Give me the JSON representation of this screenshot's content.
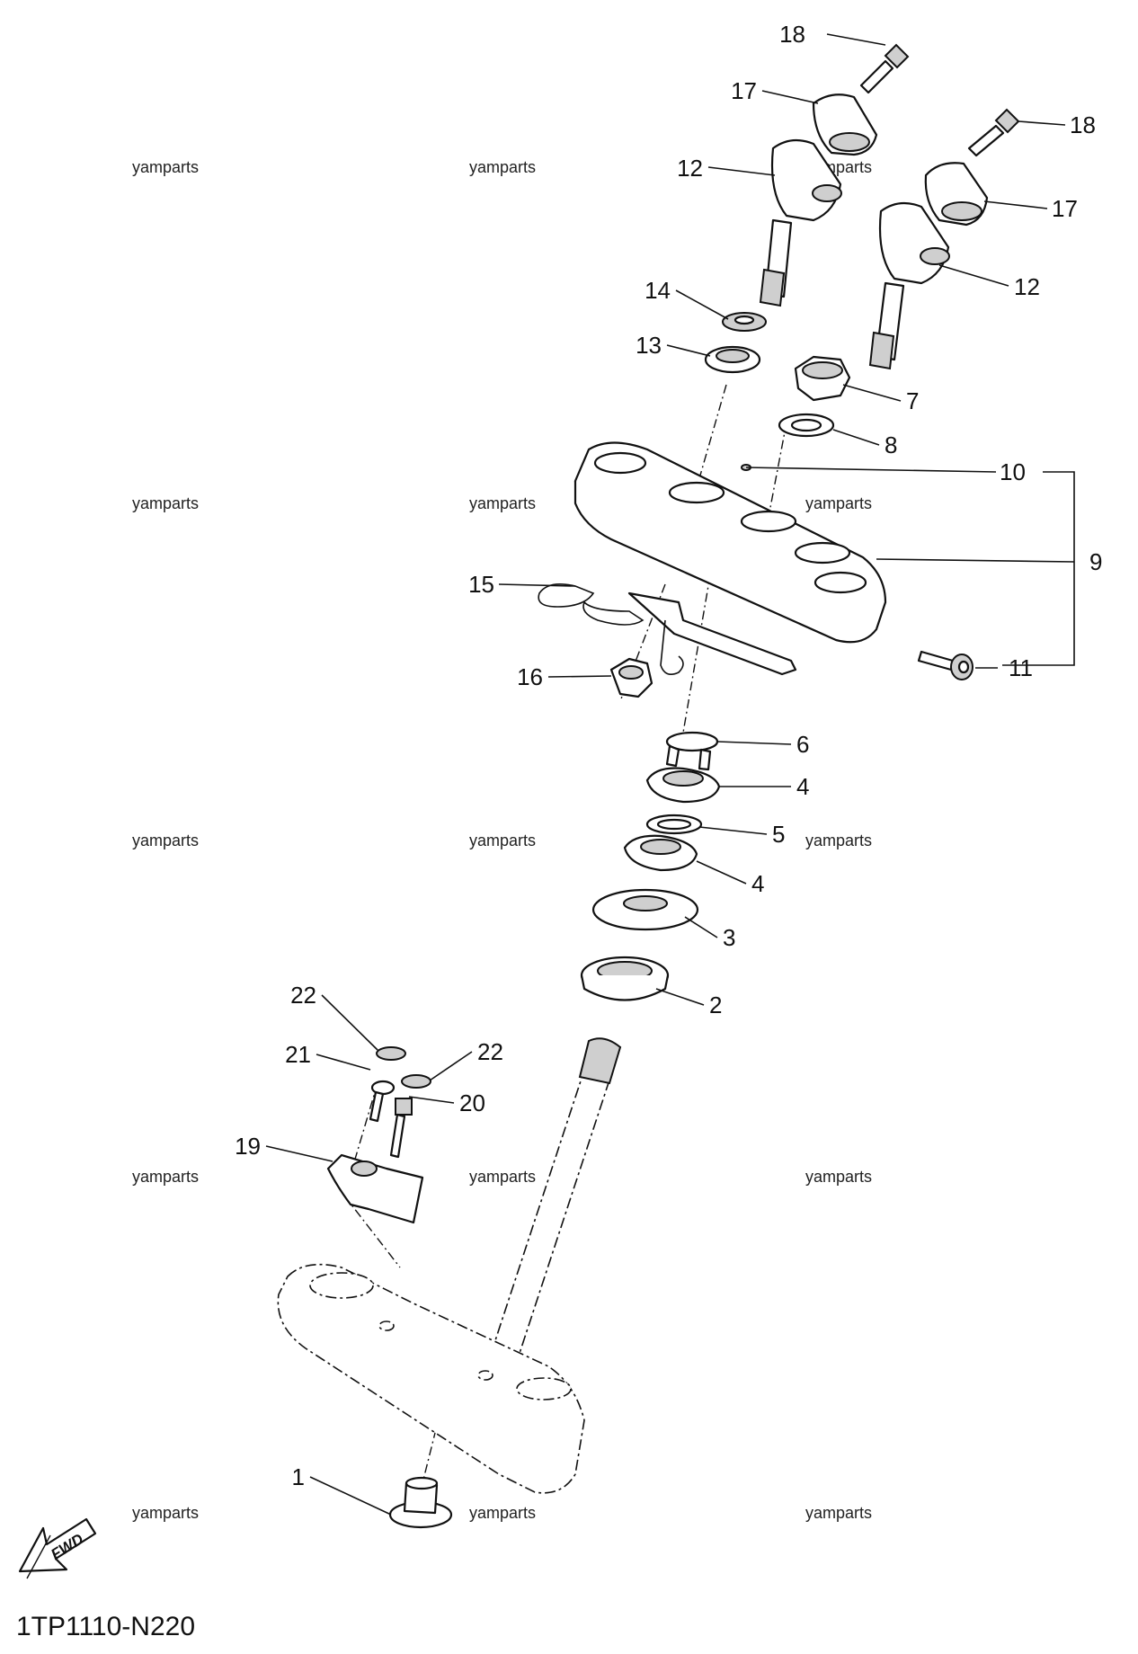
{
  "diagram_code": "1TP1110-N220",
  "fwd_label": "FWD",
  "watermark": "yamparts",
  "callouts": [
    "1",
    "2",
    "3",
    "4",
    "5",
    "6",
    "7",
    "8",
    "9",
    "10",
    "11",
    "12",
    "13",
    "14",
    "15",
    "16",
    "17",
    "18",
    "19",
    "20",
    "21",
    "22"
  ]
}
